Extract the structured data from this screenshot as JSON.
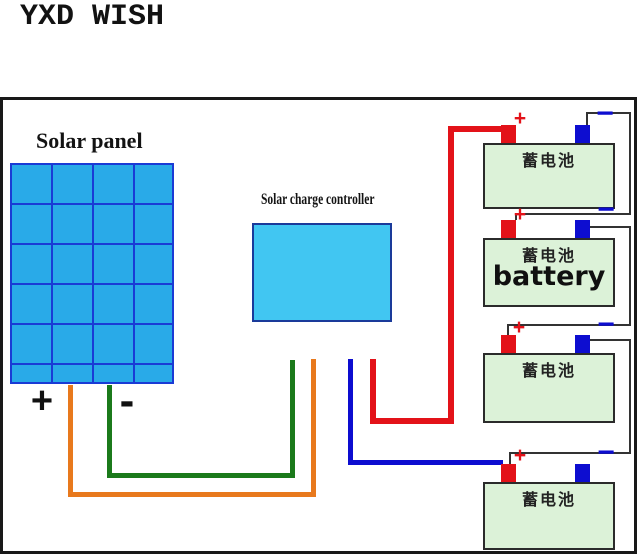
{
  "header": {
    "brand": "YXD WISH"
  },
  "solar_panel": {
    "label": "Solar panel",
    "plus": "+",
    "minus": "-"
  },
  "controller": {
    "label": "Solar charge controller"
  },
  "batteries": [
    {
      "name_cn": "蓄电池",
      "plus": "+",
      "minus": "−"
    },
    {
      "name_cn": "蓄电池",
      "name_en": "battery",
      "plus": "+",
      "minus": "−"
    },
    {
      "name_cn": "蓄电池",
      "plus": "+",
      "minus": "−"
    },
    {
      "name_cn": "蓄电池",
      "plus": "+",
      "minus": "−"
    }
  ],
  "colors": {
    "frame_border": "#181818",
    "panel_fill": "#29aae8",
    "panel_grid": "#1a3bd5",
    "controller_fill": "#41c6f2",
    "controller_border": "#1a3a9a",
    "battery_fill": "#dcf2d8",
    "battery_border": "#2b2b2b",
    "terminal_positive": "#e31219",
    "terminal_negative": "#0d0dd0",
    "wire_red": "#e31219",
    "wire_blue": "#0d0dd0",
    "wire_orange": "#e8791d",
    "wire_green": "#1b7a1b",
    "wire_black": "#333333"
  }
}
